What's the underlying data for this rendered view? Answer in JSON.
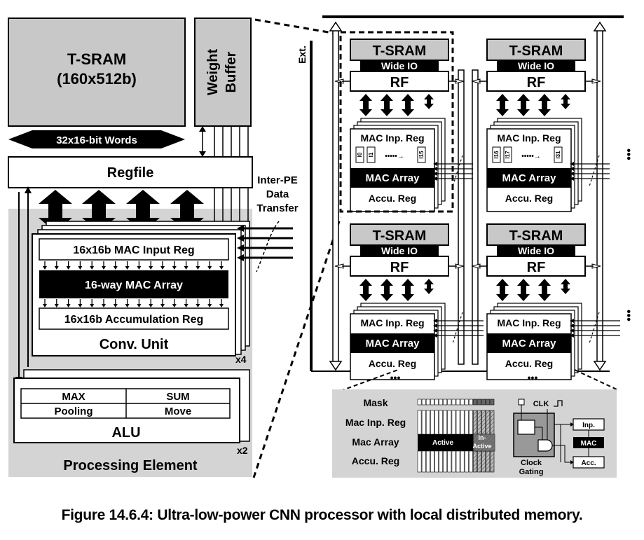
{
  "left_pe": {
    "tsram_title": "T-SRAM",
    "tsram_size": "(160x512b)",
    "weight_buffer_line1": "Weight",
    "weight_buffer_line2": "Buffer",
    "words_label": "32x16-bit Words",
    "regfile": "Regfile",
    "inter_pe_line1": "Inter-PE",
    "inter_pe_line2": "Data",
    "inter_pe_line3": "Transfer",
    "mac_input_reg": "16x16b MAC Input Reg",
    "mac_array": "16-way MAC Array",
    "accum_reg": "16x16b Accumulation Reg",
    "conv_unit": "Conv. Unit",
    "x4": "x4",
    "alu_max": "MAX",
    "alu_sum": "SUM",
    "alu_pooling": "Pooling",
    "alu_move": "Move",
    "alu": "ALU",
    "x2": "x2",
    "processing_element": "Processing Element"
  },
  "right": {
    "ext": "Ext.",
    "tsram": "T-SRAM",
    "wide_io": "Wide IO",
    "rf": "RF",
    "mac_inp_reg": "MAC Inp. Reg",
    "mac_array": "MAC Array",
    "accu_reg": "Accu. Reg",
    "pe0_regs": [
      "I0",
      "I1",
      "I15"
    ],
    "pe1_regs": [
      "I16",
      "I17",
      "I31"
    ],
    "ellipsis": "•••"
  },
  "inset": {
    "mask": "Mask",
    "mac_inp_reg": "Mac Inp. Reg",
    "mac_array": "Mac Array",
    "accu_reg": "Accu. Reg",
    "active": "Active",
    "inactive_line1": "In-",
    "inactive_line2": "Active",
    "clk": "CLK",
    "clock_line1": "Clock",
    "clock_line2": "Gating",
    "inp": "Inp.",
    "mac": "MAC",
    "acc": "Acc."
  },
  "caption": "Figure 14.6.4: Ultra-low-power CNN processor with local distributed memory."
}
